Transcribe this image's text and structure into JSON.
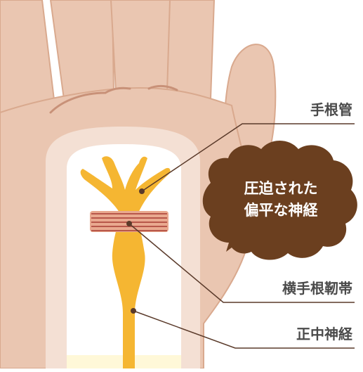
{
  "labels": {
    "carpal_tunnel": "手根管",
    "transverse_ligament": "横手根靭帯",
    "median_nerve": "正中神経"
  },
  "callout": {
    "line1": "圧迫された",
    "line2": "偏平な神経"
  },
  "colors": {
    "skin": "#eac6b1",
    "skin_outline": "#d9a98e",
    "tunnel_rim": "#f4e0d4",
    "tunnel_inner": "#ffffff",
    "nerve": "#f5b632",
    "ligament": "#c8705e",
    "leader_line": "#5a3a2a",
    "bubble": "#6b3f1f",
    "label_text": "#4a4a4a"
  }
}
